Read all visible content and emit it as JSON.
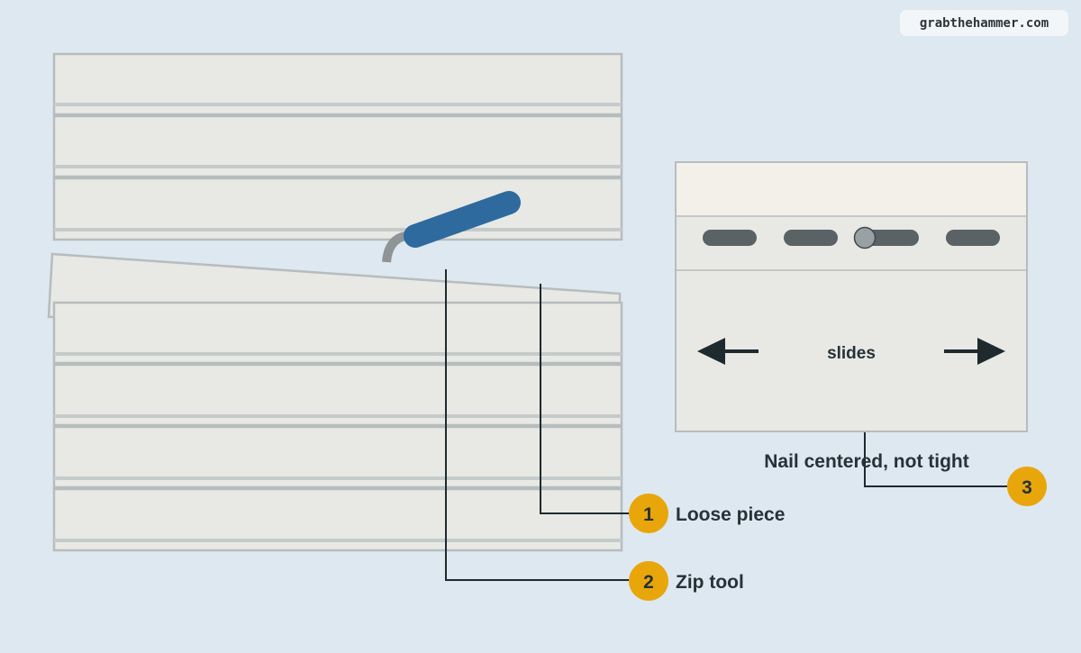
{
  "site": {
    "name": "grabthehammer.com"
  },
  "colors": {
    "background": "#dde8f0",
    "siding": "#e8e9e5",
    "siding_edge": "#b7bcbd",
    "soffit": "#f2f0e8",
    "tool": "#2e6a9e",
    "tool_hook": "#8f9597",
    "slot": "#5a6266",
    "nail_head": "#9aa1a5",
    "callout": "#e8a60a",
    "ink": "#263238"
  },
  "detail": {
    "center_label": "slides",
    "caption": "Nail centered, not tight",
    "left_arrow_icon": "arrow-left-icon",
    "right_arrow_icon": "arrow-right-icon"
  },
  "callouts": [
    {
      "number": "1",
      "label": "Loose piece"
    },
    {
      "number": "2",
      "label": "Zip tool"
    },
    {
      "number": "3",
      "label": ""
    }
  ]
}
